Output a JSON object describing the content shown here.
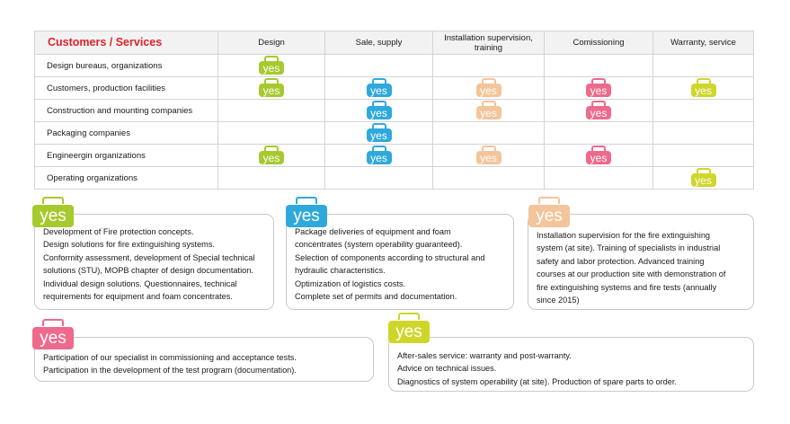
{
  "table": {
    "corner_label": "Customers / Services",
    "columns": [
      {
        "label": "Design"
      },
      {
        "label": "Sale, supply"
      },
      {
        "label": "Installation supervision, training"
      },
      {
        "label": "Comissioning"
      },
      {
        "label": "Warranty, service"
      }
    ],
    "badge_text": "yes",
    "rows": [
      {
        "label": "Design bureaus, organizations",
        "cells": [
          true,
          false,
          false,
          false,
          false
        ]
      },
      {
        "label": "Customers, production facilities",
        "cells": [
          true,
          true,
          true,
          true,
          true
        ]
      },
      {
        "label": "Construction and mounting companies",
        "cells": [
          false,
          true,
          true,
          true,
          false
        ]
      },
      {
        "label": "Packaging companies",
        "cells": [
          false,
          true,
          false,
          false,
          false
        ]
      },
      {
        "label": "Engineergin organizations",
        "cells": [
          true,
          true,
          true,
          true,
          false
        ]
      },
      {
        "label": "Operating organizations",
        "cells": [
          false,
          false,
          false,
          false,
          true
        ]
      }
    ]
  },
  "column_colors": [
    "#a6ca2d",
    "#2fa9dc",
    "#f4c49a",
    "#ee6a8c",
    "#cfd62a"
  ],
  "cards": [
    {
      "badge": "yes",
      "color": "#a6ca2d",
      "lines": [
        "Development of Fire protection concepts.",
        "Design solutions for fire extinguishing systems.",
        "Conformity assessment, development of Special technical",
        "solutions (STU), MOPB chapter of design documentation.",
        "Individual design solutions. Questionnaires, technical",
        "requirements for equipment and foam concentrates."
      ]
    },
    {
      "badge": "yes",
      "color": "#2fa9dc",
      "lines": [
        "Package deliveries of equipment and foam",
        "concentrates (system operability guaranteed).",
        "Selection of components according to structural and",
        "hydraulic characteristics.",
        "Optimization of logistics costs.",
        "Complete set of permits and documentation."
      ]
    },
    {
      "badge": "yes",
      "color": "#f4c49a",
      "lines": [
        "Installation supervision for the fire extinguishing",
        "system (at site). Training of specialists in industrial",
        "safety and labor protection. Advanced training",
        "courses at our production site with demonstration of",
        "fire extinguishing systems and fire tests (annually",
        "since 2015)"
      ]
    },
    {
      "badge": "yes",
      "color": "#ee6a8c",
      "lines": [
        "Participation of our specialist in commissioning and acceptance tests.",
        "Participation in the development of the test program (documentation)."
      ]
    },
    {
      "badge": "yes",
      "color": "#cfd62a",
      "lines": [
        "After-sales service: warranty and post-warranty.",
        "Advice on technical issues.",
        "Diagnostics of system operability (at site). Production of spare parts to order."
      ]
    }
  ]
}
